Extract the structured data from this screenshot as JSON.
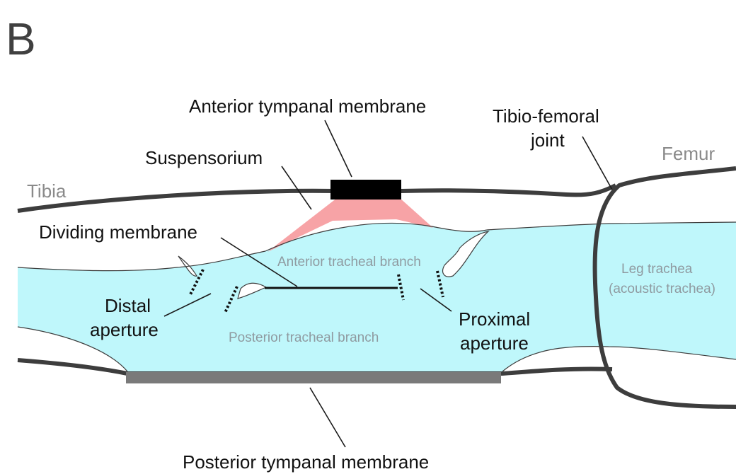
{
  "panel_letter": "B",
  "labels": {
    "anterior_tympanal_membrane": "Anterior tympanal membrane",
    "tibio_femoral_joint_line1": "Tibio-femoral",
    "tibio_femoral_joint_line2": "joint",
    "femur": "Femur",
    "tibia": "Tibia",
    "suspensorium": "Suspensorium",
    "dividing_membrane": "Dividing membrane",
    "anterior_tracheal_branch": "Anterior tracheal branch",
    "leg_trachea_line1": "Leg trachea",
    "leg_trachea_line2": "(acoustic trachea)",
    "distal_aperture_line1": "Distal",
    "distal_aperture_line2": "aperture",
    "proximal_aperture_line1": "Proximal",
    "proximal_aperture_line2": "aperture",
    "posterior_tracheal_branch": "Posterior tracheal branch",
    "posterior_tympanal_membrane": "Posterior tympanal membrane"
  },
  "colors": {
    "trachea_fill": "#bff7fb",
    "suspensorium_fill": "#f7a3a6",
    "cuticle_outline": "#3d3d3d",
    "anterior_membrane": "#000000",
    "posterior_membrane": "#7a7a7a"
  }
}
